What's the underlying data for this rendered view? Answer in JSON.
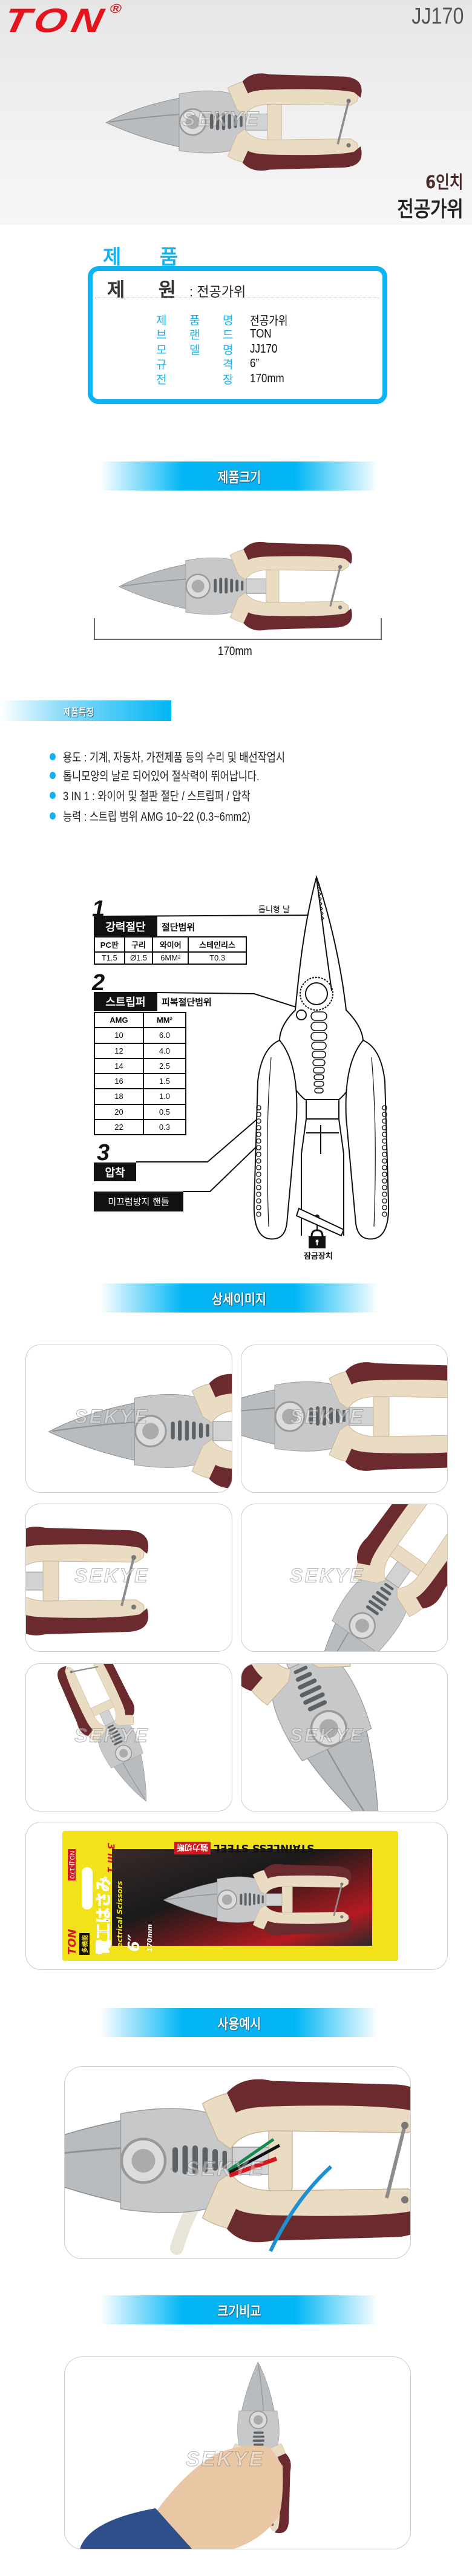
{
  "hero": {
    "brand_logo": "TON",
    "registered_mark": "®",
    "model": "JJ170",
    "size_label": "6인치",
    "product_name": "전공가위"
  },
  "spec": {
    "section_title": "제 품",
    "head_label": "제 원",
    "head_value": ": 전공가위",
    "rows": [
      {
        "chars": [
          "제",
          "품",
          "명"
        ],
        "value": "전공가위"
      },
      {
        "chars": [
          "브",
          "랜",
          "드"
        ],
        "value": "TON"
      },
      {
        "chars": [
          "모",
          "델",
          "명"
        ],
        "value": "JJ170"
      },
      {
        "chars": [
          "규",
          "",
          "격"
        ],
        "value": "6”"
      },
      {
        "chars": [
          "전",
          "",
          "장"
        ],
        "value": "170mm"
      }
    ]
  },
  "size_section": {
    "title": "제품크기",
    "dimension": "170mm"
  },
  "features": {
    "title": "제품특징",
    "items": [
      "용도 : 기계, 자동차, 가전제품 등의 수리 및 배선작업시",
      "톱니모양의 날로 되어있어 절삭력이 뛰어납니다.",
      "3 IN 1 : 와이어 및 철판 절단 / 스트립퍼 / 압착",
      "능력 : 스트립 범위 AMG 10~22 (0.3~6mm2)"
    ]
  },
  "diagram": {
    "serrated_blade_label": "톱니형 날",
    "cut": {
      "number": "1",
      "title": "강력절단",
      "subtitle": "절단범위",
      "headers": [
        "PC판",
        "구리",
        "와이어",
        "스테인리스"
      ],
      "values": [
        "T1.5",
        "Ø1.5",
        "6MM²",
        "T0.3"
      ]
    },
    "strip": {
      "number": "2",
      "title": "스트립퍼",
      "subtitle": "피복절단범위",
      "headers": [
        "AMG",
        "MM²"
      ],
      "rows": [
        [
          "10",
          "6.0"
        ],
        [
          "12",
          "4.0"
        ],
        [
          "14",
          "2.5"
        ],
        [
          "16",
          "1.5"
        ],
        [
          "18",
          "1.0"
        ],
        [
          "20",
          "0.5"
        ],
        [
          "22",
          "0.3"
        ]
      ]
    },
    "crimp": {
      "number": "3",
      "title": "압착"
    },
    "handle_label": "미끄럼방지 핸들",
    "lock_label": "잠금장치"
  },
  "detail_section": {
    "title": "상세이미지"
  },
  "package": {
    "model_no": "NO.JJ-170",
    "three_in_one": "3 in 1",
    "multi": "多機能",
    "jp_name": "電工はさみ",
    "en_name": "Electrical Scissors",
    "size": "6″",
    "length": "170mm",
    "strong_cut": "強力切断",
    "steel": "STAINLESS STEEL",
    "multi_function": "MULTI-FUNCTION",
    "brand": "TON"
  },
  "usage_section": {
    "title": "사용예시"
  },
  "compare_section": {
    "title": "크기비교"
  },
  "watermark": "SEKYE",
  "colors": {
    "accent": "#0cb4f3",
    "brand_red": "#e5141c",
    "grip_brown": "#6a2a2e",
    "handle_beige": "#eadbc3",
    "package_yellow": "#f2e21a"
  }
}
